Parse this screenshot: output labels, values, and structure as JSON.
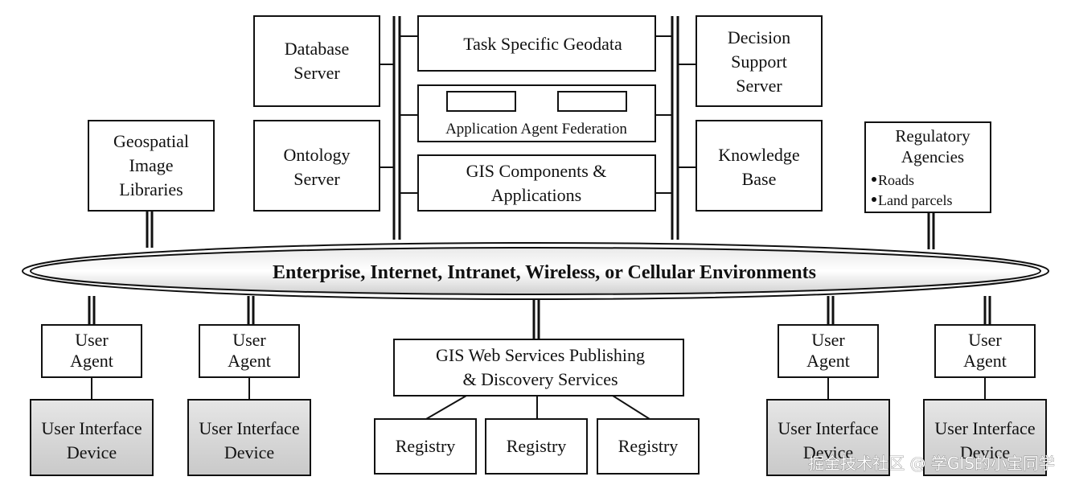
{
  "top_row": {
    "database_server": [
      "Database",
      "Server"
    ],
    "task_specific_geodata": "Task Specific Geodata",
    "decision_support_server": [
      "Decision",
      "Support",
      "Server"
    ]
  },
  "middle_row": {
    "ontology_server": [
      "Ontology",
      "Server"
    ],
    "application_agent_federation": "Application Agent Federation",
    "gis_components": [
      "GIS Components &",
      "Applications"
    ],
    "knowledge_base": [
      "Knowledge",
      "Base"
    ]
  },
  "geospatial_image_libraries": [
    "Geospatial",
    "Image",
    "Libraries"
  ],
  "regulatory_agencies": {
    "title": [
      "Regulatory",
      "Agencies"
    ],
    "items": [
      "Roads",
      "Land parcels"
    ]
  },
  "network": "Enterprise, Internet, Intranet, Wireless, or Cellular Environments",
  "user_agent": [
    "User",
    "Agent"
  ],
  "user_interface_device": [
    "User Interface",
    "Device"
  ],
  "gis_web_services": [
    "GIS Web Services Publishing",
    "& Discovery Services"
  ],
  "registry": "Registry",
  "watermark": "掘金技术社区 @ 学GIS的小宝同学"
}
